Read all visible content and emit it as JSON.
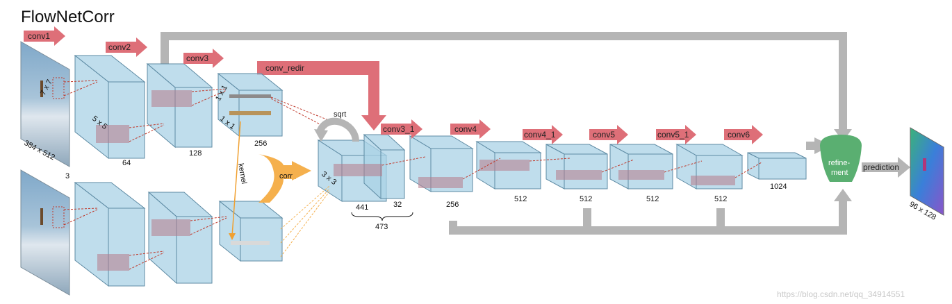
{
  "title": "FlowNetCorr",
  "watermark": "https://blog.csdn.net/qq_34914551",
  "colors": {
    "box_fill": "#a9d2e6",
    "box_stroke": "#5d8aa3",
    "conv_arrow": "#de6f78",
    "skip_line": "#b5b5b5",
    "corr_arrow": "#f5b04d",
    "refinement": "#5aaf71"
  },
  "input": {
    "size_label": "384 x 512",
    "channel_label": "3"
  },
  "conv_labels": {
    "conv1": "conv1",
    "conv2": "conv2",
    "conv3": "conv3",
    "conv_redir": "conv_redir",
    "conv3_1": "conv3_1",
    "conv4": "conv4",
    "conv4_1": "conv4_1",
    "conv5": "conv5",
    "conv5_1": "conv5_1",
    "conv6": "conv6"
  },
  "kernel_labels": {
    "k7": "7 x 7",
    "k5": "5 x 5",
    "k1a": "1 x 1",
    "k1b": "1 x 1",
    "k3": "3 x 3"
  },
  "channels": {
    "c64": "64",
    "c128": "128",
    "c256a": "256",
    "c441": "441",
    "c32": "32",
    "c473": "473",
    "c256b": "256",
    "c512a": "512",
    "c512b": "512",
    "c512c": "512",
    "c512d": "512",
    "c1024": "1024"
  },
  "ops": {
    "sqrt": "sqrt",
    "corr": "corr",
    "kernel": "kernel"
  },
  "refinement": {
    "line1": "refine-",
    "line2": "ment"
  },
  "prediction_label": "prediction",
  "output": {
    "size_label": "96 x 128"
  }
}
